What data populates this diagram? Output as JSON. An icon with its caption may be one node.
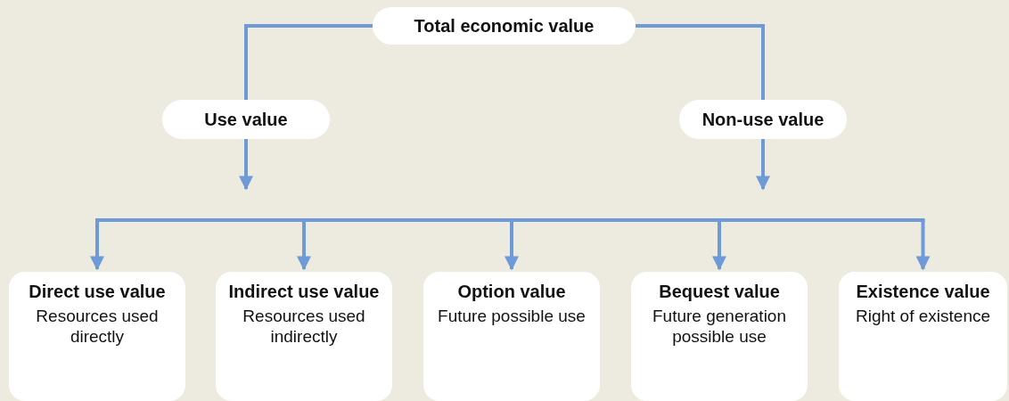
{
  "diagram": {
    "nodes": [
      {
        "text": [
          "Total economic value"
        ]
      },
      {
        "text": [
          "Use value"
        ]
      },
      {
        "text": [
          "Non-use value"
        ]
      },
      {
        "text": [
          "Direct use value",
          "Resources used directly"
        ]
      },
      {
        "text": [
          "Indirect use value",
          "Resources used indirectly"
        ]
      },
      {
        "text": [
          "Option value",
          "Future possible use"
        ]
      },
      {
        "text": [
          "Bequest value",
          "Future generation possible use"
        ]
      },
      {
        "text": [
          "Existence value",
          "Right of existence"
        ]
      }
    ],
    "edges": [
      {
        "from": 0,
        "to": 1,
        "arrow": "none"
      },
      {
        "from": 0,
        "to": 2,
        "arrow": "none"
      },
      {
        "from": 1,
        "to": null,
        "arrow": "to"
      },
      {
        "from": 2,
        "to": null,
        "arrow": "to"
      },
      {
        "from": null,
        "to": 3,
        "arrow": "to"
      },
      {
        "from": null,
        "to": 4,
        "arrow": "to"
      },
      {
        "from": null,
        "to": 5,
        "arrow": "to"
      },
      {
        "from": null,
        "to": 6,
        "arrow": "to"
      },
      {
        "from": null,
        "to": 7,
        "arrow": "to"
      }
    ]
  }
}
